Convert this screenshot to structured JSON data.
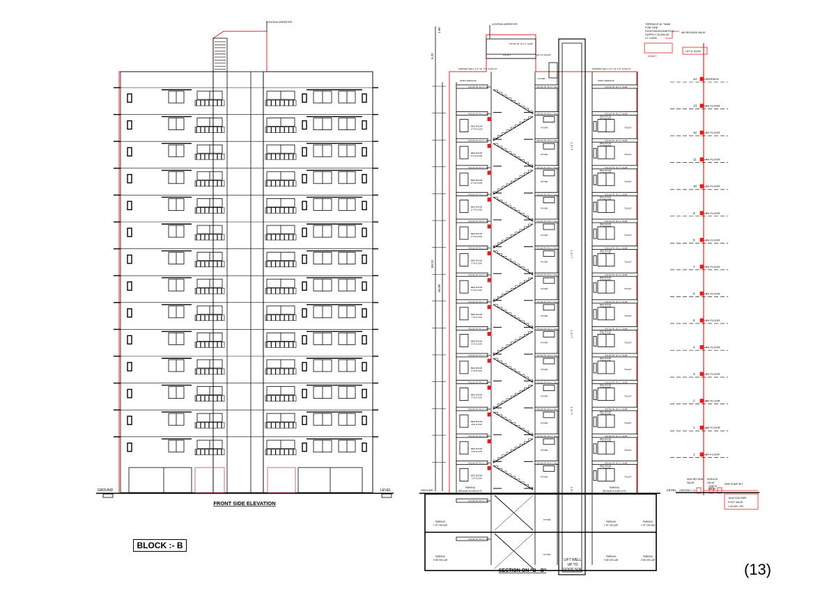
{
  "block_label": "BLOCK :- B",
  "page_number": "(13)",
  "elevation": {
    "title": "FRONT SIDE ELEVATION",
    "lightning": "LIGHTING ARRESTER",
    "ground": "GROUND",
    "level": "LEVEL",
    "floors": 14
  },
  "section": {
    "title": "SECTION ON \"B - B\"",
    "lightning": "LIGHTING ARRESTER",
    "slab": "4\"(0.10) TH. R.C.C. SLAB",
    "lift": "L I F T",
    "lift_well": [
      "LIFT WELL",
      "UP TO",
      "GOOD SOIL"
    ],
    "parapet": "PARAPET WALL 4'-0\" TH. 3'-0\" (0.90) HT.",
    "open_terrace": "OPEN TERRACE",
    "foyer": "FOYER",
    "toilet": "TOILET",
    "bed_room": "BED ROOM",
    "parking": "PARKING",
    "ground_floor": "GROUND FLOOR (H.F.)",
    "cellar1": "1 ST CELLAR",
    "cellar2": "2 ND CELLAR",
    "ohmt": "O.H.M.T",
    "lift_room": "LIFT M. ROOM",
    "dims": [
      "1.00",
      "5.22",
      "50.22",
      "45.00"
    ],
    "floor_names": [
      "1 ST FLOOR",
      "2 ND FLOOR",
      "3 RD FLOOR",
      "4 TH FLOOR",
      "5 TH FLOOR",
      "6 TH FLOOR",
      "7 TH FLOOR",
      "8 TH FLOOR",
      "9 TH FLOOR",
      "10 TH FLOOR",
      "11 TH FLOOR",
      "12 TH FLOOR",
      "13 TH FLOOR",
      "14 TH FLOOR"
    ],
    "ground": "GROUND",
    "level": "LEVEL"
  },
  "riser": {
    "tank": [
      "TERRACE W. TANK",
      "FOR FIRE",
      "FIGHTING/DOMESTIC",
      "SUPPLY 20,000.00",
      "LT. CAPA"
    ],
    "air_valve": "AIR RELEASE VALVE",
    "ohmt": "O.H.M.T",
    "lift_room": "LIFT M. ROOM",
    "nrv": [
      "NON RETURN",
      "VALVE"
    ],
    "service": [
      "SERVICE",
      "VALVE"
    ],
    "check": [
      "CHECK",
      "VALVE"
    ],
    "pump": "FIRE PUMP SET",
    "junction": "JUNCTION PIPE",
    "foot": "FOOT VALVE",
    "sump": "1,00,000. LTR",
    "ground": "GROUND L.V.L.",
    "floors": [
      {
        "num": "14",
        "lbl": "TERRACE"
      },
      {
        "num": "13",
        "lbl": "TH FLOOR"
      },
      {
        "num": "12",
        "lbl": "TH FLOOR"
      },
      {
        "num": "11",
        "lbl": "TH FLOOR"
      },
      {
        "num": "10",
        "lbl": "TH FLOOR"
      },
      {
        "num": "9",
        "lbl": "TH FLOOR"
      },
      {
        "num": "8",
        "lbl": "TH FLOOR"
      },
      {
        "num": "7",
        "lbl": "TH FLOOR"
      },
      {
        "num": "6",
        "lbl": "TH FLOOR"
      },
      {
        "num": "5",
        "lbl": "TH FLOOR"
      },
      {
        "num": "4",
        "lbl": "TH FLOOR"
      },
      {
        "num": "3",
        "lbl": "TH FLOOR"
      },
      {
        "num": "2",
        "lbl": "RD FLOOR"
      },
      {
        "num": "1",
        "lbl": "ND FLOOR"
      },
      {
        "num": "1",
        "lbl": "ST FLOOR"
      }
    ]
  },
  "colors": {
    "line": "#000000",
    "red": "#e02020",
    "fill": "#ffffff"
  }
}
